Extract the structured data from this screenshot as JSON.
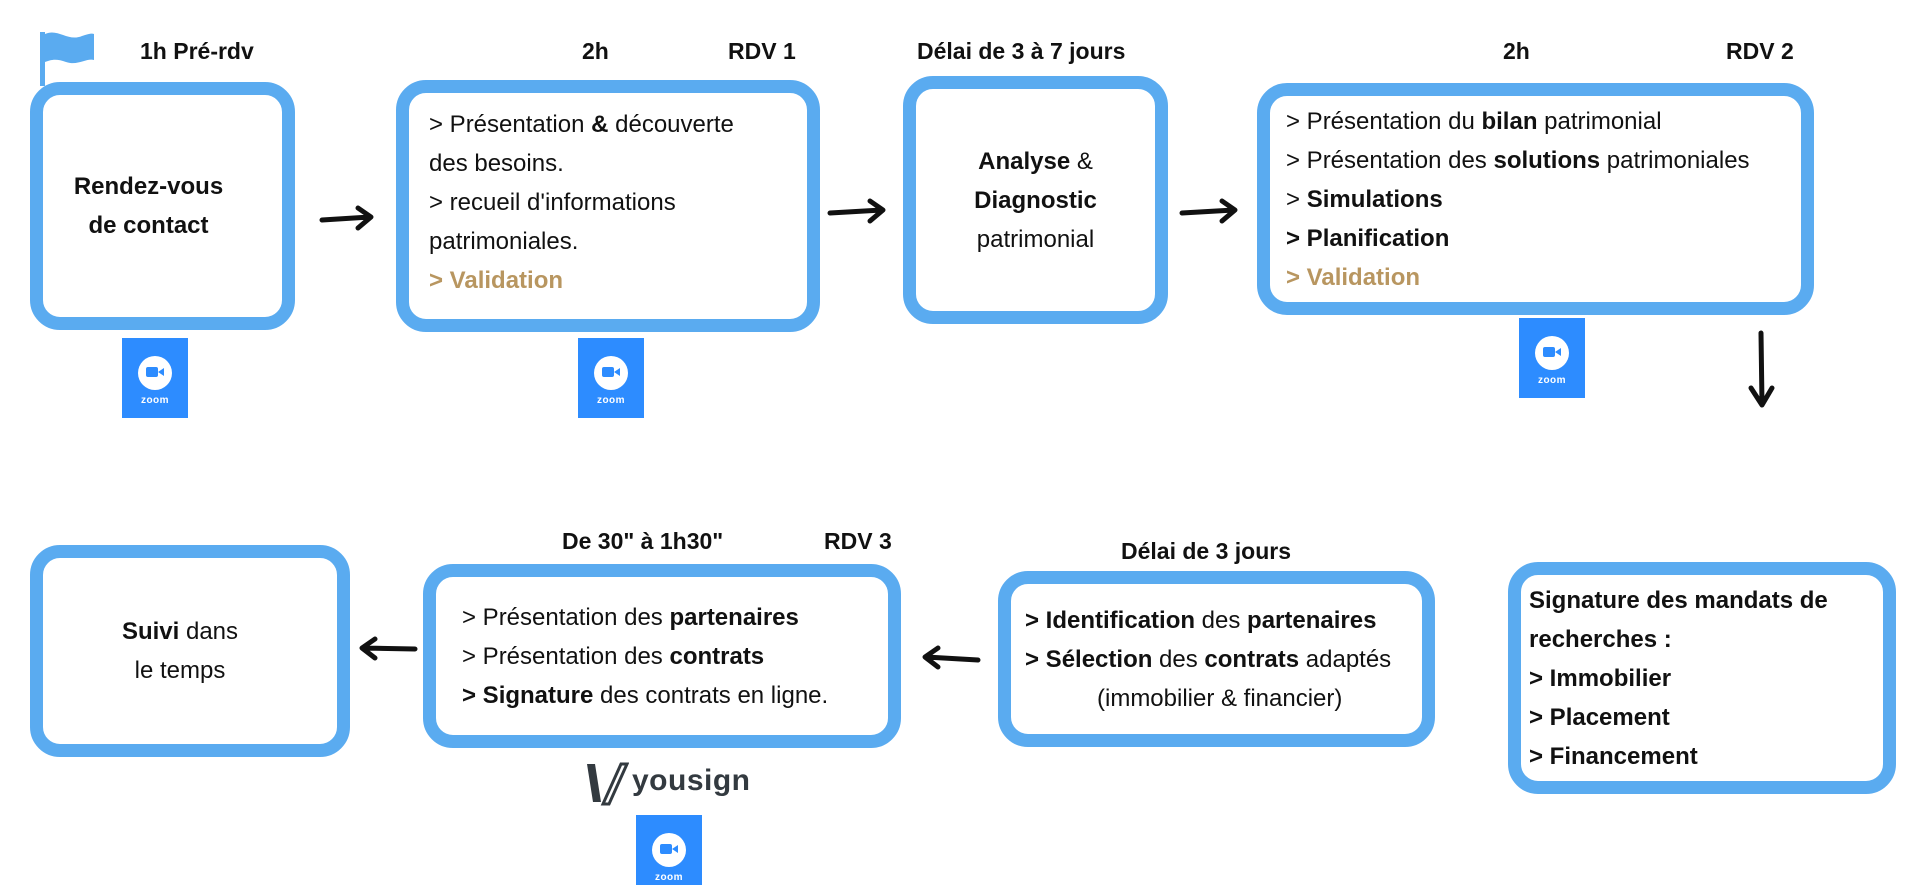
{
  "top_labels": {
    "pre_rdv": "1h  Pré-rdv",
    "duration_rdv1": "2h",
    "rdv1": "RDV 1",
    "delay_analysis": "Délai de 3  à 7 jours",
    "duration_rdv2": "2h",
    "rdv2": "RDV 2"
  },
  "bottom_labels": {
    "duration_rdv3": "De 30\" à 1h30\"",
    "rdv3": "RDV 3",
    "delay_selection": "Délai de 3 jours"
  },
  "steps": {
    "contact": {
      "line1": "Rendez-vous",
      "line2": "de contact"
    },
    "rdv1": {
      "l1_a": "> Présentation ",
      "l1_b": "&",
      "l1_c": " découverte",
      "l2": "des besoins.",
      "l3": "> recueil d'informations",
      "l4": "patrimoniales.",
      "l5": "> Validation"
    },
    "analysis": {
      "l1_a": "Analyse",
      "l1_b": " &",
      "l2": "Diagnostic",
      "l3": "patrimonial"
    },
    "rdv2": {
      "l1_a": "> Présentation du ",
      "l1_b": "bilan",
      "l1_c": " patrimonial",
      "l2_a": "> Présentation des ",
      "l2_b": "solutions",
      "l2_c": " patrimoniales",
      "l3_a": "> ",
      "l3_b": "Simulations",
      "l4": "> Planification",
      "l5": "> Validation"
    },
    "mandates": {
      "l1": "Signature des mandats de",
      "l2": "recherches :",
      "l3": "> Immobilier",
      "l4": "> Placement",
      "l5": "> Financement"
    },
    "selection": {
      "l1_a": "> Identification",
      "l1_b": " des ",
      "l1_c": "partenaires",
      "l2_a": "> Sélection",
      "l2_b": " des ",
      "l2_c": "contrats",
      "l2_d": " adaptés",
      "l3": "(immobilier &  financier)"
    },
    "rdv3": {
      "l1_a": "> Présentation des ",
      "l1_b": "partenaires",
      "l2_a": "> Présentation des ",
      "l2_b": "contrats",
      "l3_a": "> Signature",
      "l3_b": " des contrats en ligne."
    },
    "follow_up": {
      "l1_a": "Suivi",
      "l1_b": " dans",
      "l2": "le temps"
    }
  },
  "logos": {
    "zoom": "zoom",
    "yousign": "yousign"
  },
  "icons": [
    "flag-icon",
    "zoom-logo",
    "yousign-logo",
    "arrow-right-icon",
    "arrow-down-icon",
    "arrow-left-icon"
  ],
  "colors": {
    "box_border": "#5aabf0",
    "zoom_blue": "#2d8cff",
    "validation_gold": "#b89660"
  }
}
